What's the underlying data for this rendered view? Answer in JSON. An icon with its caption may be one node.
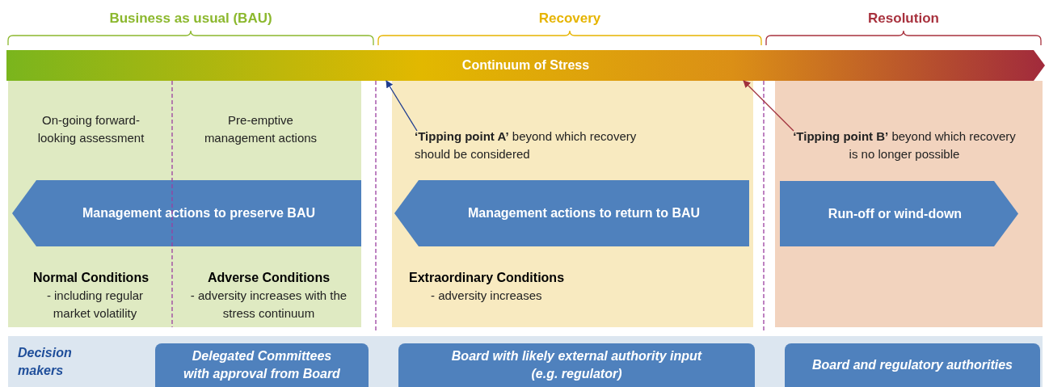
{
  "diagram": {
    "nodes": [
      {
        "text": [
          "Continuum of Stress"
        ]
      },
      {
        "text": [
          "On-going forward-looking assessment",
          "Pre-emptive management actions",
          "Normal Conditions",
          "- including regular market volatility",
          "Adverse Conditions",
          "- adversity increases with the stress continuum"
        ]
      },
      {
        "text": [
          "Management actions to preserve BAU"
        ],
        "in": 1
      },
      {
        "text": [
          "Extraordinary Conditions",
          "- adversity increases"
        ]
      },
      {
        "text": [
          "**‘Tipping point A’** beyond which recovery should be considered"
        ],
        "in": 3
      },
      {
        "text": [
          "Management actions to return to BAU"
        ],
        "in": 3
      },
      {
        "text": [],
        "shape": "box"
      },
      {
        "text": [
          "**‘Tipping point B’** beyond which recovery is no longer possible"
        ],
        "in": 6
      },
      {
        "text": [
          "Run-off or wind-down"
        ],
        "in": 6
      },
      {
        "text": [
          "Decision makers"
        ]
      },
      {
        "text": [
          "Delegated Committees with approval from Board"
        ],
        "in": 9
      },
      {
        "text": [
          "Board with likely external authority input (e.g. regulator)"
        ],
        "in": 9
      },
      {
        "text": [
          "Board and regulatory authorities"
        ],
        "in": 9
      }
    ],
    "edges": [
      {
        "from": 4,
        "to": 0,
        "arrow": "to",
        "color": "#1f3d8f"
      },
      {
        "from": 7,
        "to": 0,
        "arrow": "to",
        "color": "#a0303c"
      }
    ],
    "labels": [
      "Business as usual (BAU)",
      "Recovery",
      "Resolution"
    ]
  }
}
